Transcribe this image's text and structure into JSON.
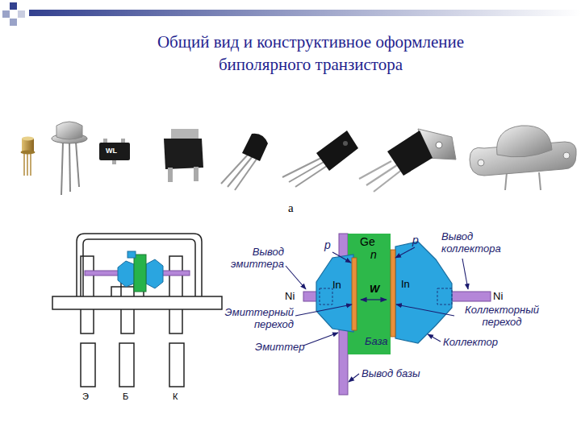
{
  "diagram": {
    "title": "Общий вид и конструктивное оформление биполярного транзистора",
    "labels": [
      "а",
      "WL",
      "Э",
      "Б",
      "К",
      "p",
      "Ge",
      "n",
      "p",
      "Вывод эмиттера",
      "Вывод коллектора",
      "In",
      "In",
      "W",
      "Ni",
      "Ni",
      "Эмиттерный переход",
      "Коллекторный переход",
      "Эмиттер",
      "База",
      "Коллектор",
      "Вывод базы"
    ]
  }
}
